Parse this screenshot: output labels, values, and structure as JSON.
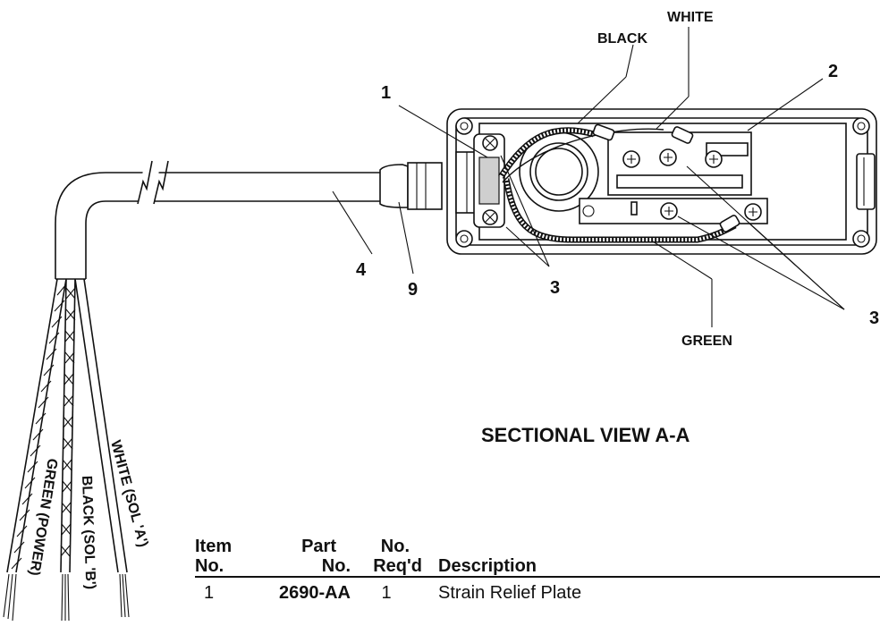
{
  "callouts": {
    "c1": "1",
    "c2": "2",
    "c3a": "3",
    "c3b": "3",
    "c4": "4",
    "c9": "9"
  },
  "wire_labels": {
    "black": "BLACK",
    "white": "WHITE",
    "green": "GREEN",
    "lead_white": "WHITE (SOL 'A')",
    "lead_black": "BLACK (SOL 'B')",
    "lead_green": "GREEN (POWER)"
  },
  "view_title": "SECTIONAL VIEW A-A",
  "parts_table": {
    "headers": {
      "item": [
        "Item",
        "No."
      ],
      "part": [
        "Part",
        "No."
      ],
      "req": [
        "No.",
        "Req'd"
      ],
      "desc": "Description"
    },
    "rows": [
      {
        "item": "1",
        "part": "2690-AA",
        "req": "1",
        "desc": "Strain Relief Plate"
      }
    ]
  }
}
